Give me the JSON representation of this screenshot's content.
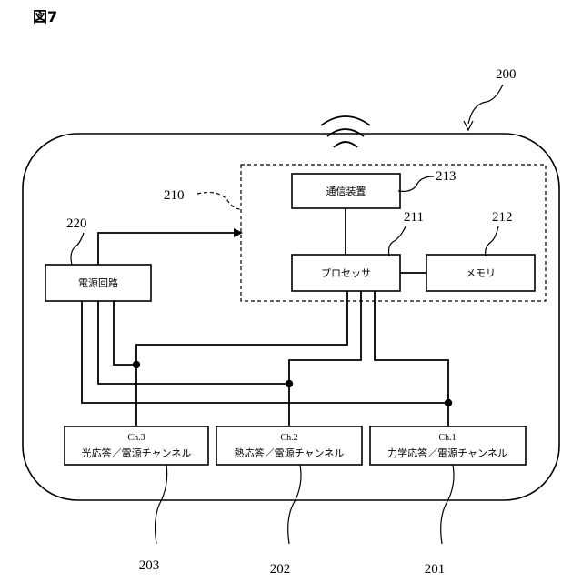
{
  "figure_label": "図7",
  "refs": {
    "device": "200",
    "controller": "210",
    "processor": "211",
    "memory": "212",
    "comm": "213",
    "power": "220",
    "ch1": "201",
    "ch2": "202",
    "ch3": "203"
  },
  "blocks": {
    "comm": "通信装置",
    "processor": "プロセッサ",
    "memory": "メモリ",
    "power": "電源回路"
  },
  "channels": {
    "ch3": {
      "name": "Ch.3",
      "desc": "光応答／電源チャンネル"
    },
    "ch2": {
      "name": "Ch.2",
      "desc": "熱応答／電源チャンネル"
    },
    "ch1": {
      "name": "Ch.1",
      "desc": "力学応答／電源チャンネル"
    }
  }
}
